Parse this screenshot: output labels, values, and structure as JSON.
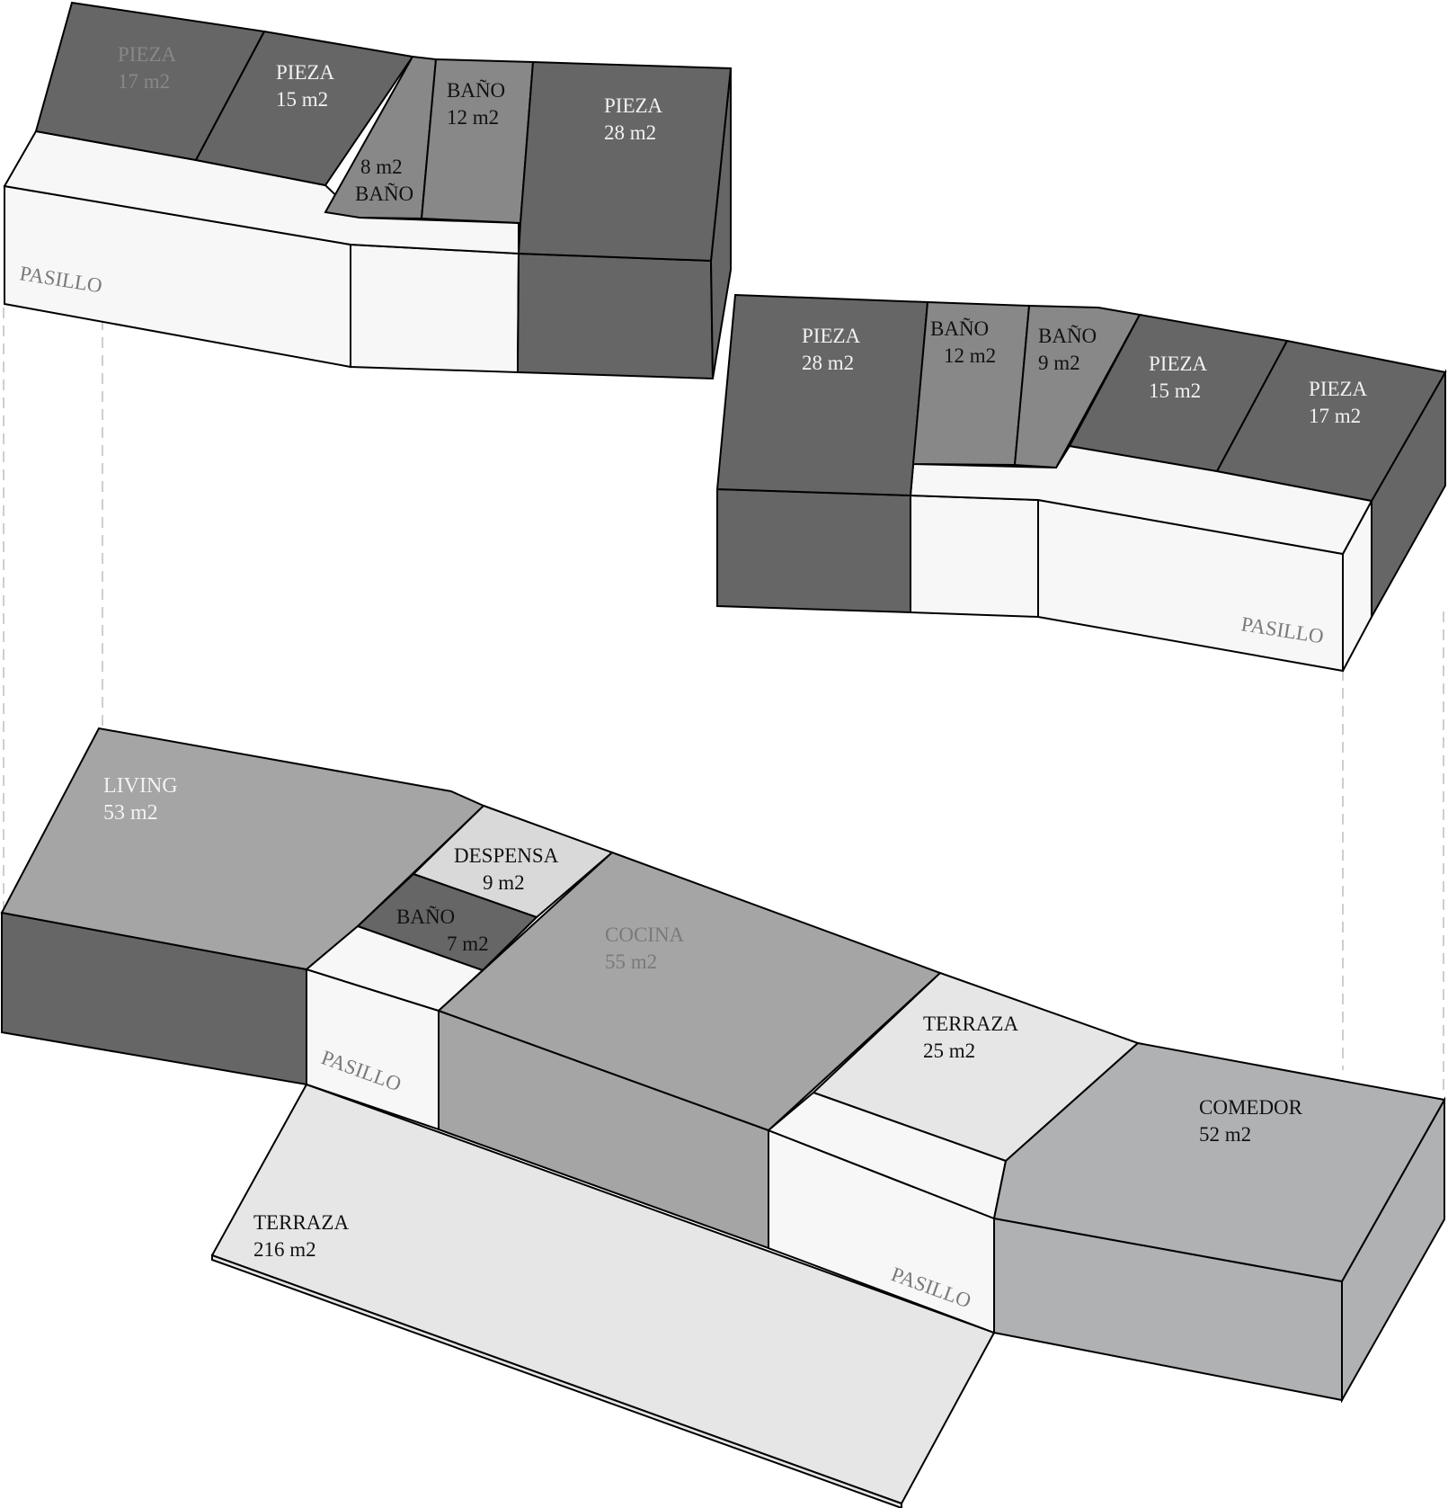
{
  "colors": {
    "dark": "#666666",
    "mid": "#888888",
    "medium": "#a5a5a5",
    "medium_gray": "#b0b1b3",
    "light": "#d9d9d9",
    "lighter": "#e6e6e6",
    "white": "#f7f7f7",
    "line": "#000000",
    "guide": "#bdbdbd",
    "text_dark": "#111111",
    "text_light": "#f2f2f2",
    "text_gray": "#7a7a7a",
    "text_faded": "#888888"
  },
  "upper_left_floor": {
    "rooms": {
      "pieza_a": {
        "name": "PIEZA",
        "area": "17 m2"
      },
      "pieza_b": {
        "name": "PIEZA",
        "area": "15 m2"
      },
      "bano_small": {
        "name": "BAÑO",
        "area": "8 m2"
      },
      "bano_b": {
        "name": "BAÑO",
        "area": "12 m2"
      },
      "pieza_c": {
        "name": "PIEZA",
        "area": "28 m2"
      },
      "pasillo": {
        "name": "PASILLO"
      }
    }
  },
  "upper_right_floor": {
    "rooms": {
      "pieza_a": {
        "name": "PIEZA",
        "area": "28 m2"
      },
      "bano_a": {
        "name": "BAÑO",
        "area": "12 m2"
      },
      "bano_b": {
        "name": "BAÑO",
        "area": "9 m2"
      },
      "pieza_b": {
        "name": "PIEZA",
        "area": "15 m2"
      },
      "pieza_c": {
        "name": "PIEZA",
        "area": "17 m2"
      },
      "pasillo": {
        "name": "PASILLO"
      }
    }
  },
  "ground_floor": {
    "rooms": {
      "living": {
        "name": "LIVING",
        "area": "53 m2"
      },
      "despensa": {
        "name": "DESPENSA",
        "area": "9 m2"
      },
      "bano": {
        "name": "BAÑO",
        "area": "7 m2"
      },
      "cocina": {
        "name": "COCINA",
        "area": "55 m2"
      },
      "terraza_small": {
        "name": "TERRAZA",
        "area": "25 m2"
      },
      "comedor": {
        "name": "COMEDOR",
        "area": "52 m2"
      },
      "terraza_big": {
        "name": "TERRAZA",
        "area": "216 m2"
      },
      "pasillo_left": {
        "name": "PASILLO"
      },
      "pasillo_right": {
        "name": "PASILLO"
      }
    }
  }
}
